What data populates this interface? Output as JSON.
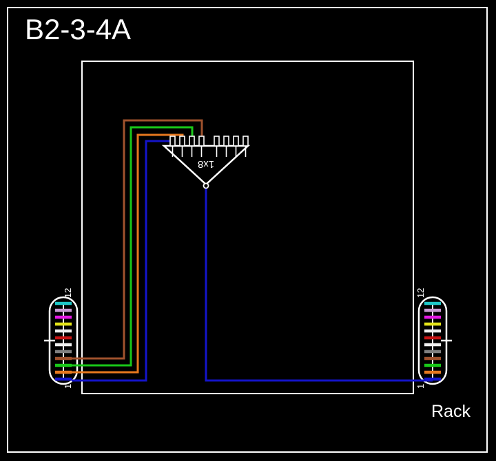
{
  "title": "B2-3-4A",
  "rack_label": "Rack",
  "colors": {
    "background": "#000000",
    "frame": "#ffffff",
    "text": "#ffffff",
    "enclosure": "#ffffff"
  },
  "splitter": {
    "label": "1x8",
    "label_rotation_deg": 180,
    "output_pin_count": 8,
    "common_port_color": "#1414c8",
    "body_color": "#ffffff",
    "pin_color": "#ffffff"
  },
  "connectors": [
    {
      "side": "left",
      "name": "left-patch-panel",
      "top_label": "12",
      "bottom_label": "1",
      "port_count": 12,
      "ports": [
        {
          "index": 12,
          "color": "#1ec8c8"
        },
        {
          "index": 11,
          "color": "#c89bd2"
        },
        {
          "index": 10,
          "color": "#e619e6"
        },
        {
          "index": 9,
          "color": "#e6e619"
        },
        {
          "index": 8,
          "color": "#f0f0f0"
        },
        {
          "index": 7,
          "color": "#c81414"
        },
        {
          "index": 6,
          "color": "#f0f0f0"
        },
        {
          "index": 5,
          "color": "#808080"
        },
        {
          "index": 4,
          "color": "#a0522d"
        },
        {
          "index": 3,
          "color": "#19c819"
        },
        {
          "index": 2,
          "color": "#e6781e"
        },
        {
          "index": 1,
          "color": "#1414c8"
        }
      ]
    },
    {
      "side": "right",
      "name": "right-patch-panel",
      "top_label": "12",
      "bottom_label": "1",
      "port_count": 12,
      "ports": [
        {
          "index": 12,
          "color": "#1ec8c8"
        },
        {
          "index": 11,
          "color": "#c89bd2"
        },
        {
          "index": 10,
          "color": "#e619e6"
        },
        {
          "index": 9,
          "color": "#e6e619"
        },
        {
          "index": 8,
          "color": "#f0f0f0"
        },
        {
          "index": 7,
          "color": "#c81414"
        },
        {
          "index": 6,
          "color": "#f0f0f0"
        },
        {
          "index": 5,
          "color": "#808080"
        },
        {
          "index": 4,
          "color": "#a0522d"
        },
        {
          "index": 3,
          "color": "#19c819"
        },
        {
          "index": 2,
          "color": "#e6781e"
        },
        {
          "index": 1,
          "color": "#1414c8"
        }
      ]
    }
  ],
  "cables": [
    {
      "name": "cable-brown",
      "color": "#a0522d",
      "from": "left-port-4",
      "to": "splitter-output-4"
    },
    {
      "name": "cable-green",
      "color": "#19c819",
      "from": "left-port-3",
      "to": "splitter-output-3"
    },
    {
      "name": "cable-orange",
      "color": "#e6781e",
      "from": "left-port-2",
      "to": "splitter-output-2"
    },
    {
      "name": "cable-blue-left",
      "color": "#1414c8",
      "from": "left-port-1",
      "to": "splitter-output-1"
    },
    {
      "name": "cable-blue-common",
      "color": "#1414c8",
      "from": "splitter-common",
      "to": "right-port-1"
    }
  ]
}
